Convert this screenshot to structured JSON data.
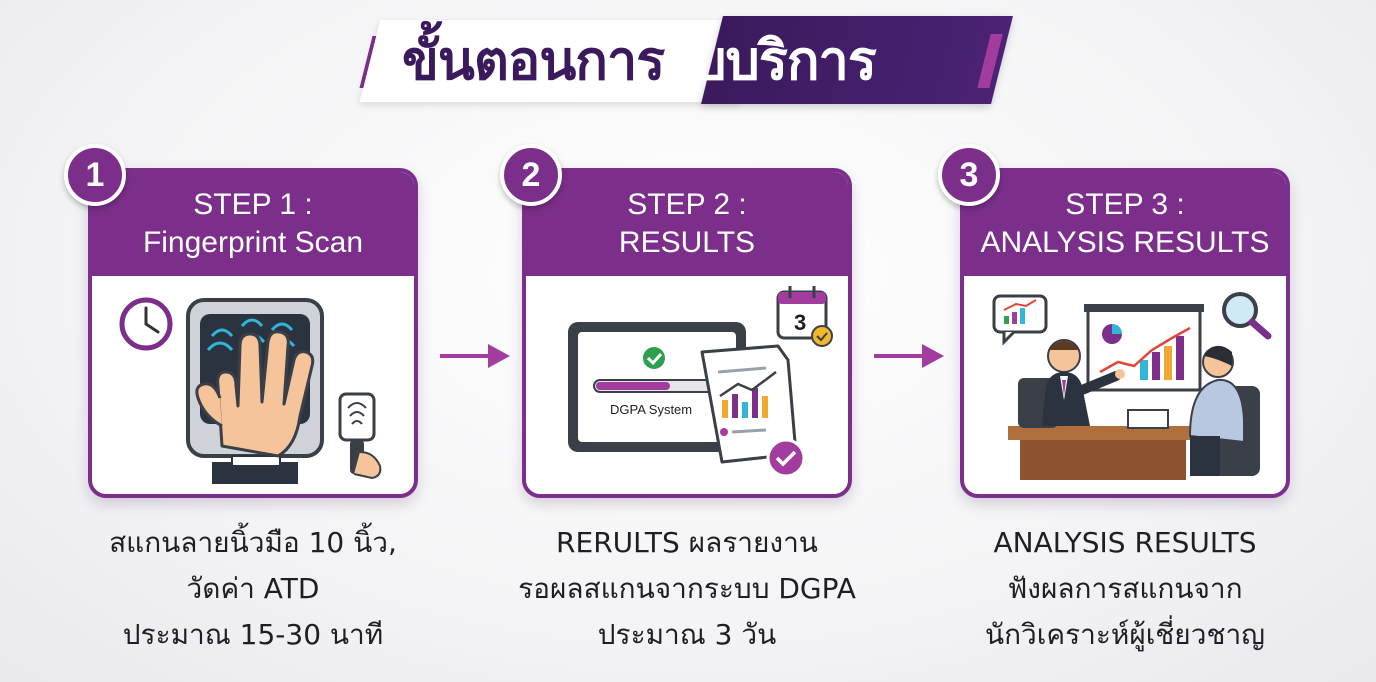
{
  "title": {
    "part_dark": "ขั้นตอนการ",
    "part_light": "รับบริการ"
  },
  "steps": [
    {
      "number": "1",
      "heading_line1": "STEP 1 :",
      "heading_line2": "Fingerprint Scan",
      "caption": [
        "สแกนลายนิ้วมือ 10 นิ้ว,",
        "วัดค่า ATD",
        "ประมาณ 15-30 นาที"
      ],
      "icons": [
        "clock-icon",
        "fingerprint-scanner-icon",
        "handheld-scanner-icon"
      ]
    },
    {
      "number": "2",
      "heading_line1": "STEP 2 :",
      "heading_line2": "RESULTS",
      "system_label": "DGPA System",
      "calendar_day": "3",
      "caption": [
        "RERULTS ผลรายงาน",
        "รอผลสแกนจากระบบ DGPA",
        "ประมาณ 3 วัน"
      ],
      "icons": [
        "monitor-icon",
        "check-icon",
        "calendar-icon",
        "report-icon"
      ]
    },
    {
      "number": "3",
      "heading_line1": "STEP 3 :",
      "heading_line2": "ANALYSIS RESULTS",
      "caption": [
        "ANALYSIS RESULTS",
        "ฟังผลการสแกนจาก",
        "นักวิเคราะห์ผู้เชี่ยวชาญ"
      ],
      "icons": [
        "chat-chart-icon",
        "presentation-board-icon",
        "magnifier-icon",
        "consultation-illustration"
      ]
    }
  ],
  "colors": {
    "primary_purple": "#7b2f8b",
    "dark_purple": "#3a1a5c",
    "accent_magenta": "#a23c9e",
    "check_green": "#2e9e4f",
    "skin": "#f6c49a"
  }
}
